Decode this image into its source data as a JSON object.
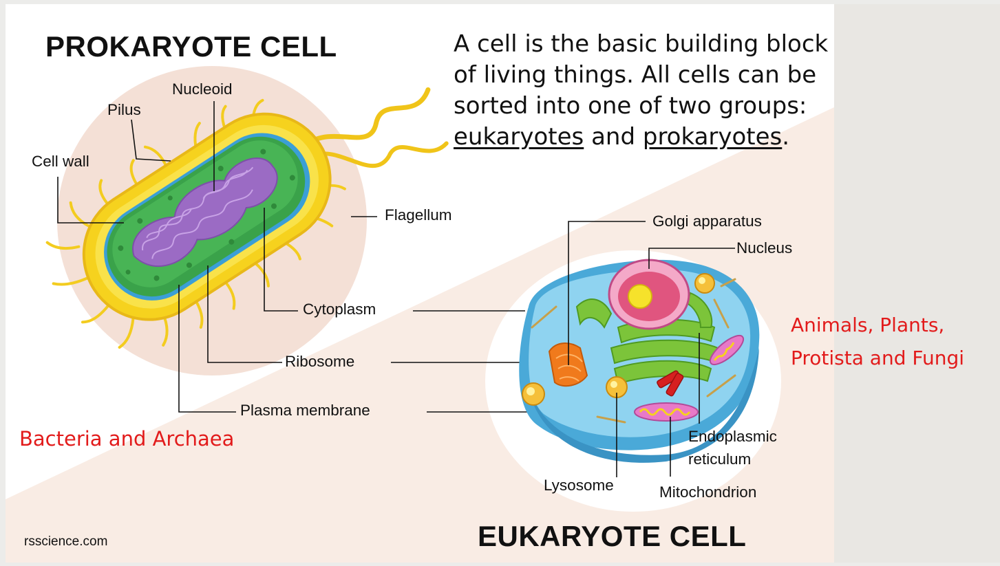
{
  "prokaryote": {
    "title": "PROKARYOTE CELL",
    "group": "Bacteria and Archaea",
    "labels": {
      "nucleoid": "Nucleoid",
      "pilus": "Pilus",
      "cell_wall": "Cell wall",
      "flagellum": "Flagellum",
      "cytoplasm": "Cytoplasm",
      "ribosome": "Ribosome",
      "plasma_membrane": "Plasma membrane"
    }
  },
  "intro": {
    "text_before": "A cell is the basic building block of living things. All cells can be sorted into one of two groups: ",
    "link1": "eukaryotes",
    "text_middle": " and ",
    "link2": "prokaryotes",
    "text_after": "."
  },
  "eukaryote": {
    "title": "EUKARYOTE CELL",
    "group": "Animals, Plants, Protista and Fungi",
    "labels": {
      "golgi": "Golgi apparatus",
      "nucleus": "Nucleus",
      "endoplasmic": "Endoplasmic reticulum",
      "lysosome": "Lysosome",
      "mitochondrion": "Mitochondrion"
    }
  },
  "credit": "rsscience.com",
  "colors": {
    "label_red": "#e21b1b",
    "cell_wall_yellow": "#f3d21a",
    "cytoplasm_green": "#3aa24a",
    "nucleoid_purple": "#9b6bc4",
    "eukaryote_blue": "#6fc4e8",
    "nucleus_pink": "#e06a9a",
    "background_peach": "#f9ece4"
  }
}
